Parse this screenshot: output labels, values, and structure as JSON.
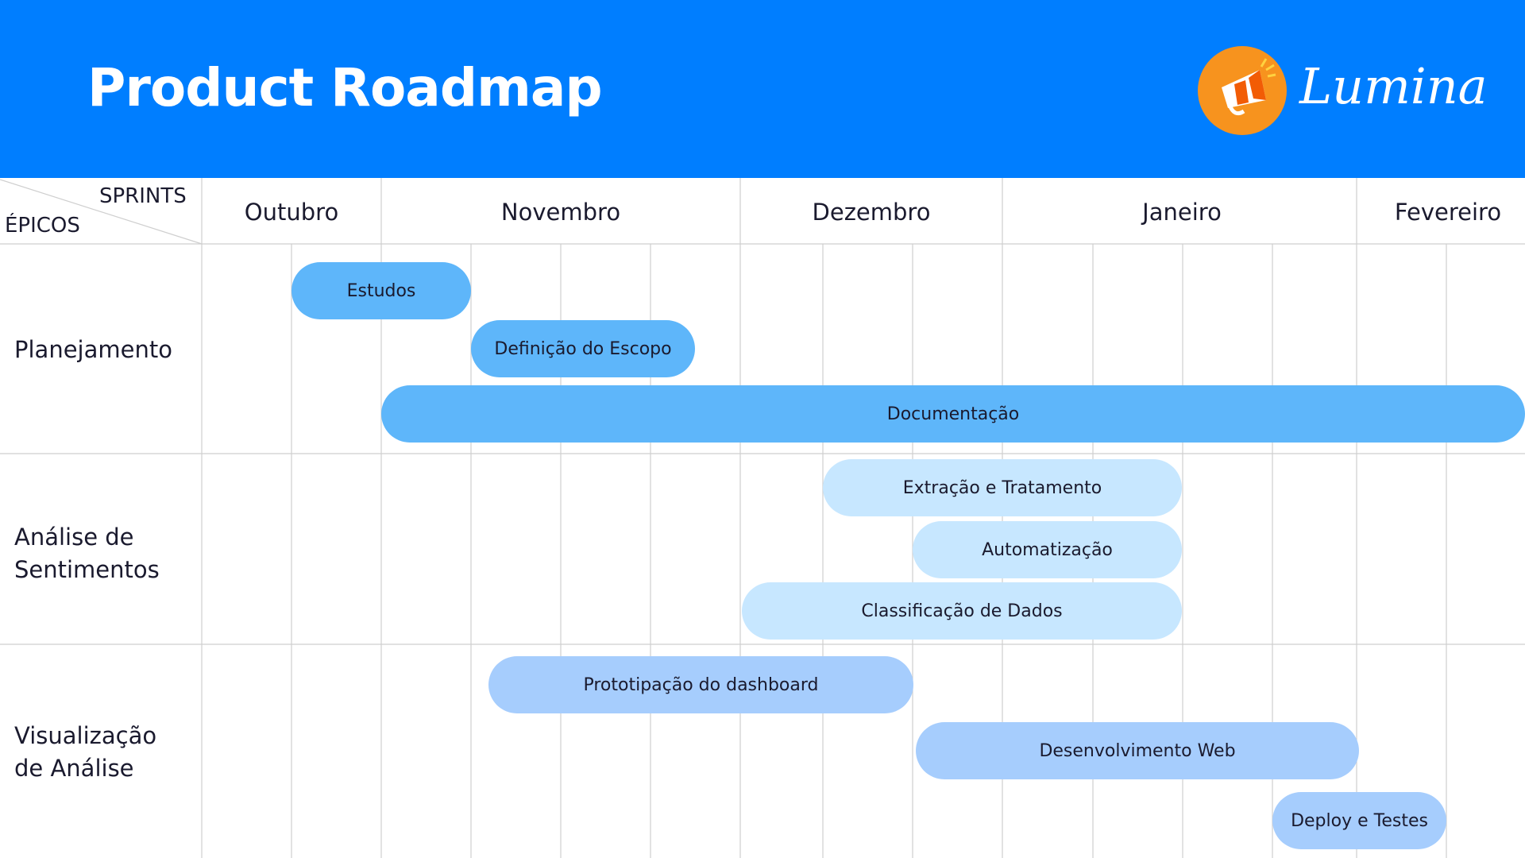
{
  "header": {
    "title": "Product Roadmap",
    "brand": "Lumina",
    "background": "#007EFF",
    "logo_icon": "megaphone-icon",
    "logo_color": "#F7931E"
  },
  "corner": {
    "sprints": "SPRINTS",
    "epics": "ÉPICOS"
  },
  "months": [
    "Outubro",
    "Novembro",
    "Dezembro",
    "Janeiro",
    "Fevereiro"
  ],
  "epics": [
    {
      "label": "Planejamento"
    },
    {
      "label": "Análise de Sentimentos"
    },
    {
      "label": "Visualização de Análise"
    }
  ],
  "colors": {
    "planejamento": "#5EB6FA",
    "analise": "#C7E7FF",
    "visualizacao": "#A6CDFD"
  },
  "tasks": {
    "estudos": "Estudos",
    "definicao": "Definição do Escopo",
    "documentacao": "Documentação",
    "extracao": "Extração e Tratamento",
    "automatizacao": "Automatização",
    "classificacao": "Classificação de Dados",
    "prototipacao": "Prototipação do dashboard",
    "desenvolvimento": "Desenvolvimento Web",
    "deploy": "Deploy e Testes"
  }
}
